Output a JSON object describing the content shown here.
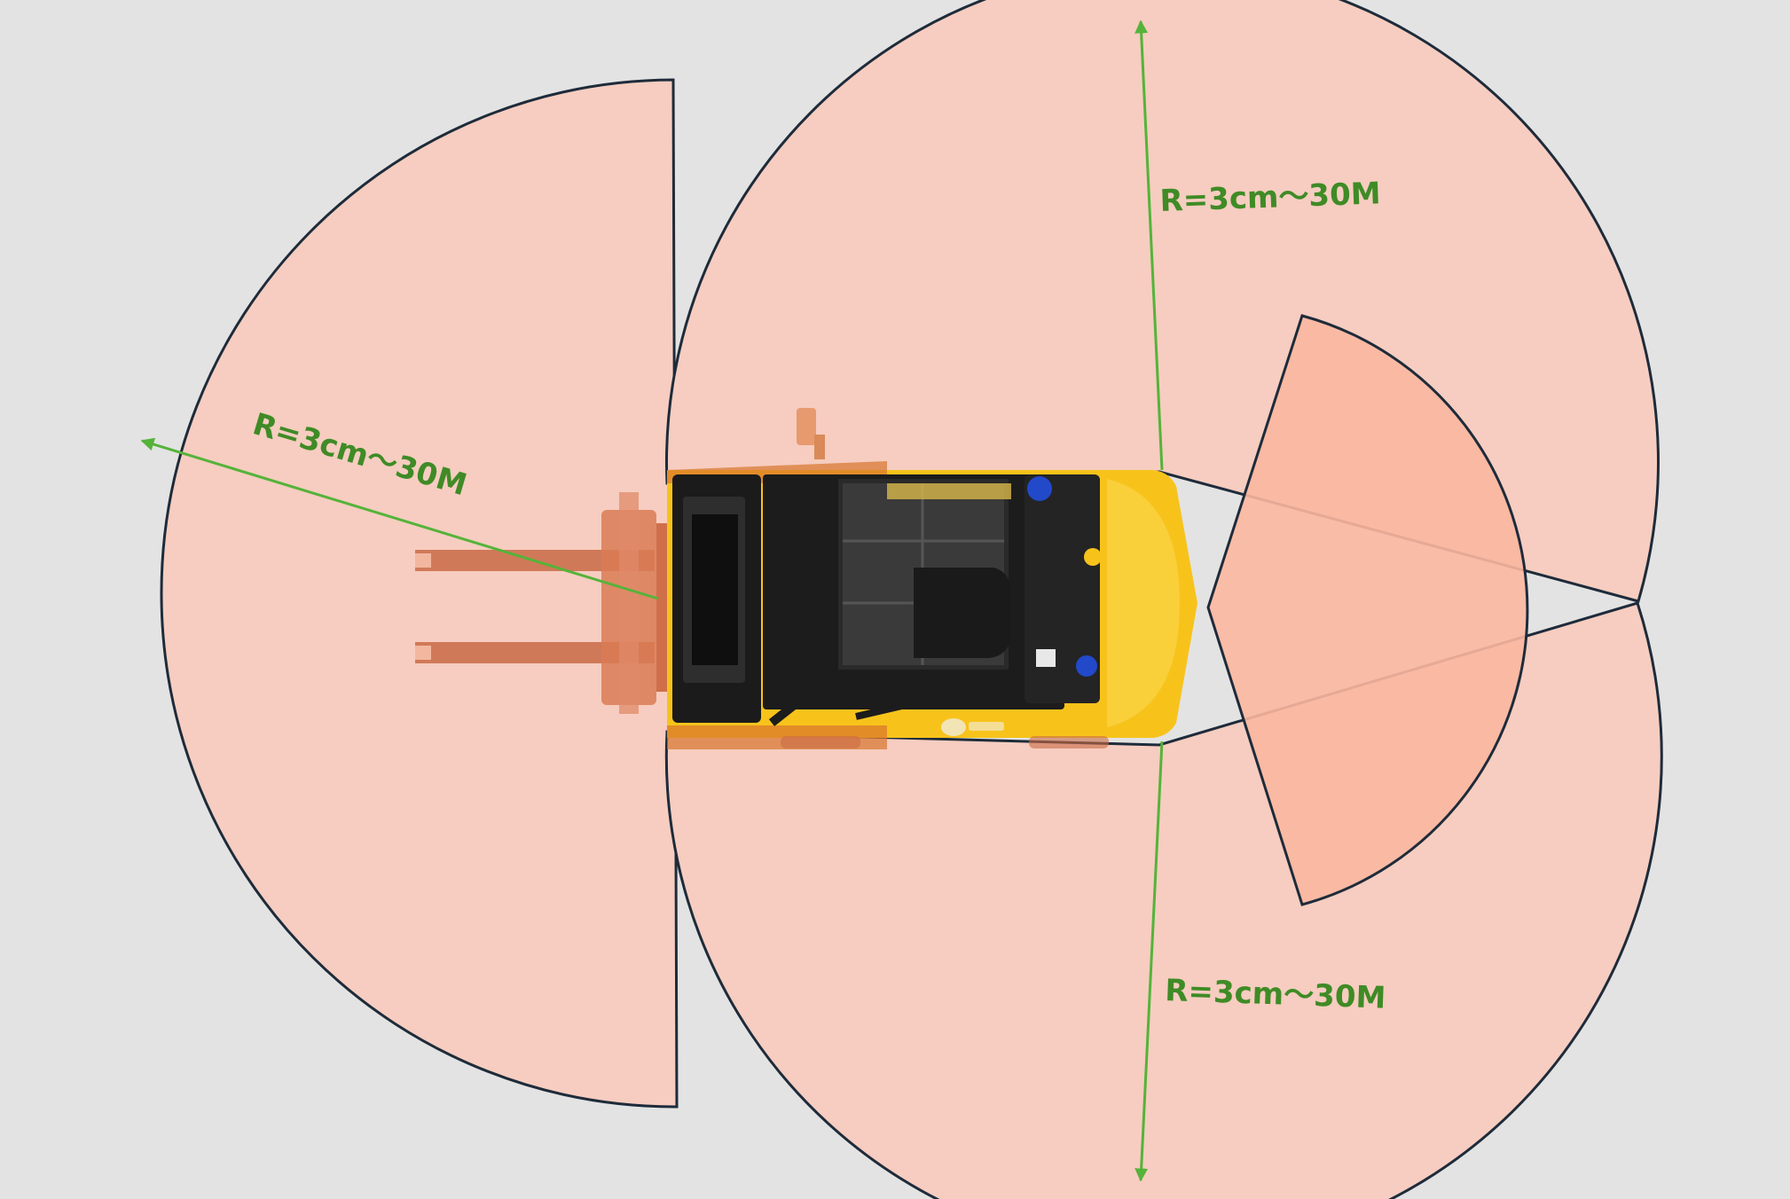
{
  "colors": {
    "background": "#e3e3e3",
    "detection_zone": "#f6cdc0",
    "front_zone": "#fbb7a0",
    "zone_outline": "#1e2b3a",
    "range_line": "#55b33a",
    "range_text": "#3f8b26",
    "forklift_body": "#f7c31b",
    "forks": "#c96a45"
  },
  "icons": {
    "vehicle": "forklift-topdown-icon"
  },
  "labels": {
    "rear_range": "R=3cm～30M",
    "top_range": "R=3cm～30M",
    "bottom_range": "R=3cm～30M"
  }
}
